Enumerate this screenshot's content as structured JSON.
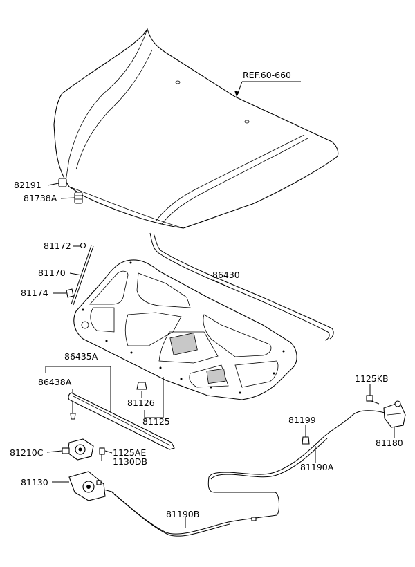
{
  "diagram": {
    "labels": {
      "ref": "REF.60-660",
      "p82191": "82191",
      "p81738A": "81738A",
      "p81172": "81172",
      "p81170": "81170",
      "p81174": "81174",
      "p86430": "86430",
      "p86435A": "86435A",
      "p86438A": "86438A",
      "p81126": "81126",
      "p81125": "81125",
      "p1125KB": "1125KB",
      "p81199": "81199",
      "p81180": "81180",
      "p81190A": "81190A",
      "p81210C": "81210C",
      "p1125AE": "1125AE",
      "p1130DB": "1130DB",
      "p81130": "81130",
      "p81190B": "81190B"
    }
  }
}
